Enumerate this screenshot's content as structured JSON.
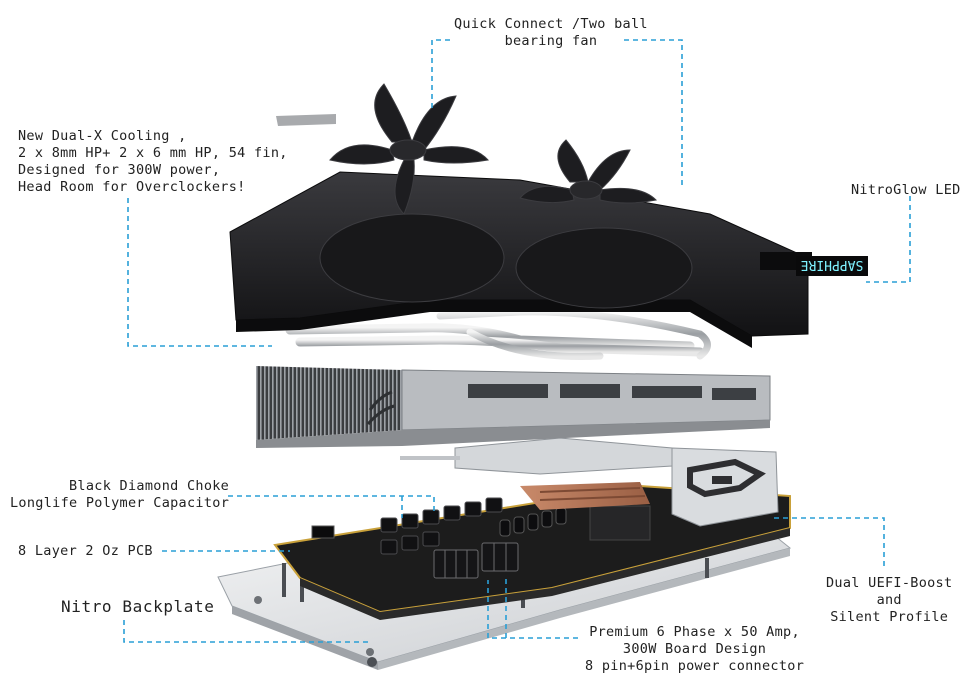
{
  "labels": {
    "fan": {
      "line1": "Quick Connect /Two ball",
      "line2": "bearing fan"
    },
    "cooling": {
      "line1": "New Dual-X Cooling ,",
      "line2": "2 x 8mm HP+ 2 x 6 mm HP, 54 fin,",
      "line3": "Designed for 300W power,",
      "line4": "Head Room for Overclockers!"
    },
    "led": {
      "line1": "NitroGlow LED"
    },
    "choke": {
      "line1": "Black Diamond Choke",
      "line2": "Longlife Polymer Capacitor"
    },
    "pcb": {
      "line1": "8 Layer 2 Oz PCB"
    },
    "backplate": {
      "line1": "Nitro Backplate"
    },
    "uefi": {
      "line1": "Dual UEFI-Boost",
      "line2": "and",
      "line3": "Silent Profile"
    },
    "power": {
      "line1": "Premium 6 Phase x 50 Amp,",
      "line2": "300W Board Design",
      "line3": "8 pin+6pin power connector"
    }
  },
  "led_text": "SAPPHIRE",
  "colors": {
    "leader": "#2a9fd6",
    "shroud": "#1f1f22",
    "heatsink": "#b9bcc0",
    "pcb": "#1c1c1c",
    "backplate": "#e4e6e8",
    "copper": "#b9785a",
    "led_glow": "#7ff2ff"
  }
}
